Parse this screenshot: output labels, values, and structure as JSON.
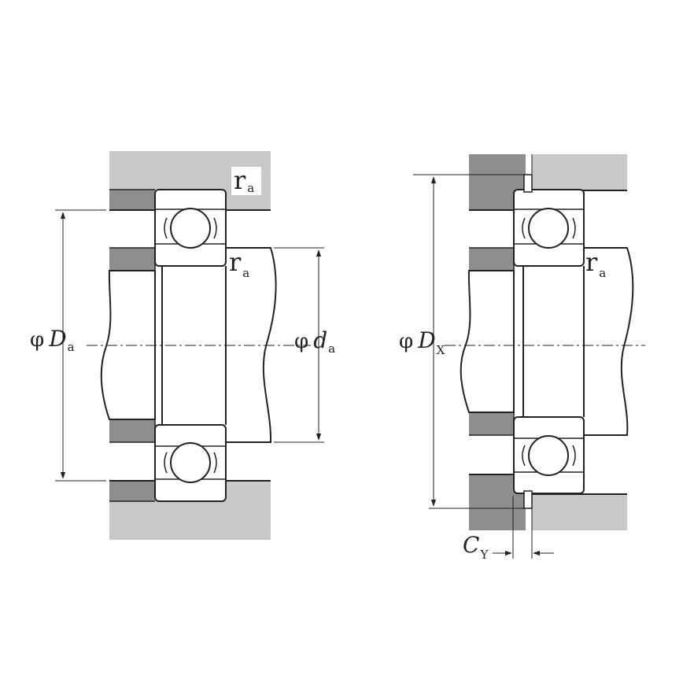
{
  "diagram": {
    "left": {
      "housing_fillet_label": {
        "main": "r",
        "sub": "a"
      },
      "shaft_fillet_label": {
        "main": "r",
        "sub": "a"
      },
      "housing_diameter_label": {
        "symbol": "φ",
        "main": "D",
        "sub": "a"
      },
      "shaft_diameter_label": {
        "symbol": "φ",
        "main": "d",
        "sub": "a"
      }
    },
    "right": {
      "shaft_fillet_label": {
        "main": "r",
        "sub": "a"
      },
      "snap_ring_diameter_label": {
        "symbol": "φ",
        "main": "D",
        "sub": "X"
      },
      "snap_ring_clearance_label": {
        "main": "C",
        "sub": "Y"
      }
    }
  },
  "colors": {
    "housing_light": "#c8c8c8",
    "shoulder_dark": "#8e8e8e",
    "line": "#222222",
    "background": "#ffffff"
  }
}
